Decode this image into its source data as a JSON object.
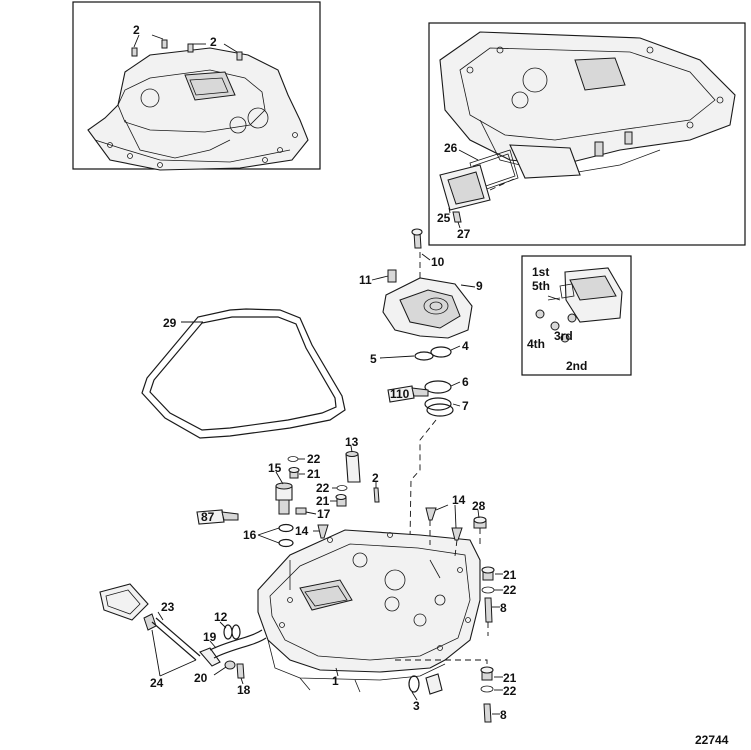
{
  "diagram_id": "22744",
  "callouts": [
    {
      "key": "c2a",
      "text": "2"
    },
    {
      "key": "c2b",
      "text": "2"
    },
    {
      "key": "c26",
      "text": "26"
    },
    {
      "key": "c25",
      "text": "25"
    },
    {
      "key": "c27",
      "text": "27"
    },
    {
      "key": "c10",
      "text": "10"
    },
    {
      "key": "c11",
      "text": "11"
    },
    {
      "key": "c9",
      "text": "9"
    },
    {
      "key": "c29",
      "text": "29"
    },
    {
      "key": "c5",
      "text": "5"
    },
    {
      "key": "c4",
      "text": "4"
    },
    {
      "key": "c6",
      "text": "6"
    },
    {
      "key": "c7",
      "text": "7"
    },
    {
      "key": "c13",
      "text": "13"
    },
    {
      "key": "c22a",
      "text": "22"
    },
    {
      "key": "c21a",
      "text": "21"
    },
    {
      "key": "c15",
      "text": "15"
    },
    {
      "key": "c22b",
      "text": "22"
    },
    {
      "key": "c21b",
      "text": "21"
    },
    {
      "key": "c2c",
      "text": "2"
    },
    {
      "key": "c17",
      "text": "17"
    },
    {
      "key": "c14a",
      "text": "14"
    },
    {
      "key": "c16",
      "text": "16"
    },
    {
      "key": "c14b",
      "text": "14"
    },
    {
      "key": "c28",
      "text": "28"
    },
    {
      "key": "c21c",
      "text": "21"
    },
    {
      "key": "c22c",
      "text": "22"
    },
    {
      "key": "c8a",
      "text": "8"
    },
    {
      "key": "c23",
      "text": "23"
    },
    {
      "key": "c12",
      "text": "12"
    },
    {
      "key": "c19",
      "text": "19"
    },
    {
      "key": "c24",
      "text": "24"
    },
    {
      "key": "c20",
      "text": "20"
    },
    {
      "key": "c18",
      "text": "18"
    },
    {
      "key": "c1",
      "text": "1"
    },
    {
      "key": "c3",
      "text": "3"
    },
    {
      "key": "c21d",
      "text": "21"
    },
    {
      "key": "c22d",
      "text": "22"
    },
    {
      "key": "c8b",
      "text": "8"
    }
  ],
  "sealant_tubes": {
    "tube_110": "110",
    "tube_87": "87"
  },
  "gear_inset": {
    "g1": "1st",
    "g5": "5th",
    "g4": "4th",
    "g3": "3rd",
    "g2": "2nd"
  }
}
